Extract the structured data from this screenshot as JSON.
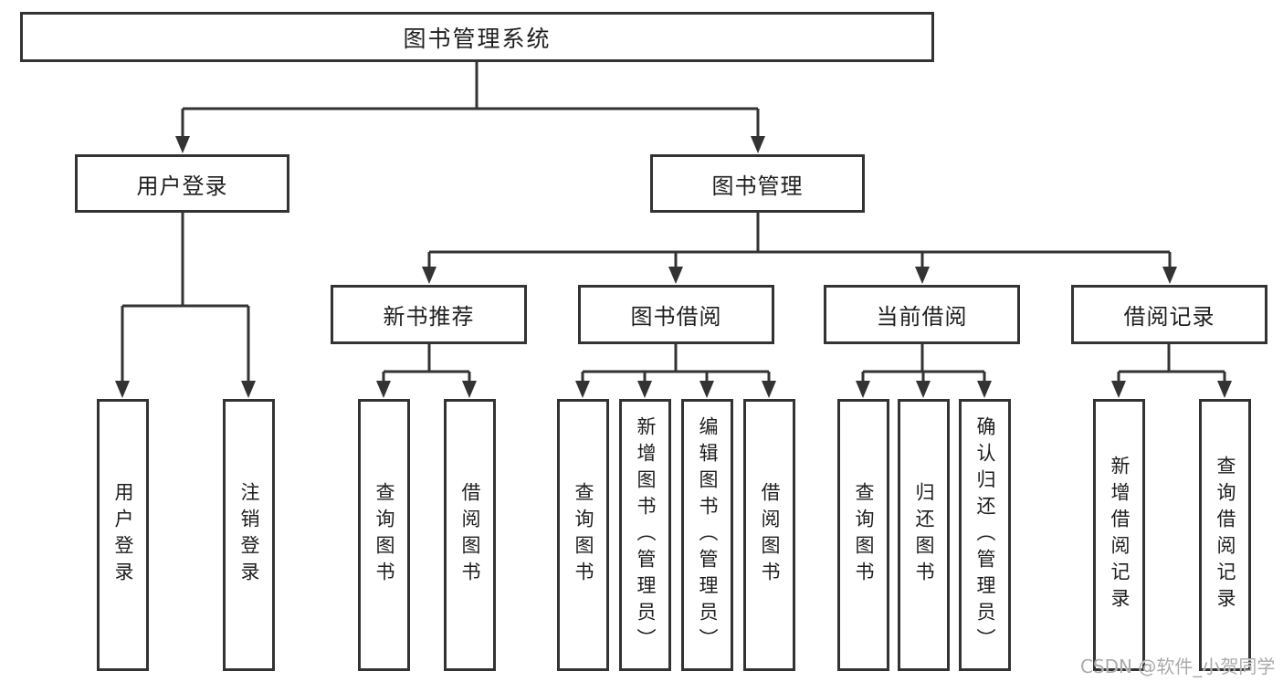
{
  "diagram": {
    "nodes": {
      "root": "图书管理系统",
      "user_login": {
        "label": "用户登录",
        "children": [
          "用户登录",
          "注销登录"
        ]
      },
      "book_management": {
        "label": "图书管理",
        "children": [
          {
            "label": "新书推荐",
            "children": [
              "查询图书",
              "借阅图书"
            ]
          },
          {
            "label": "图书借阅",
            "children": [
              "查询图书",
              "新增图书（管理员）",
              "编辑图书（管理员）",
              "借阅图书"
            ]
          },
          {
            "label": "当前借阅",
            "children": [
              "查询图书",
              "归还图书",
              "确认归还（管理员）"
            ]
          },
          {
            "label": "借阅记录",
            "children": [
              "新增借阅记录",
              "查询借阅记录"
            ]
          }
        ]
      }
    },
    "watermark": "CSDN @软件_小贺同学",
    "colors": {
      "line": "#333333",
      "text": "#1e1e1e",
      "box_background": "#ffffff",
      "watermark_color": "#ababab"
    }
  }
}
